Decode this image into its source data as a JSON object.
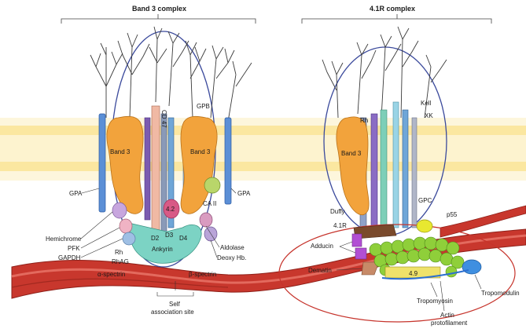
{
  "titles": {
    "band3_complex": "Band 3 complex",
    "complex_41r": "4.1R complex"
  },
  "labels_band3": {
    "band3_left": "Band 3",
    "band3_right": "Band 3",
    "cd47": "CD 47",
    "gpa_left": "GPA",
    "gpa_right": "GPA",
    "gpb": "GPB",
    "hemichrome": "Hemichrome",
    "pfk": "PFK",
    "gapdh": "GAPDH",
    "rh_left": "Rh",
    "rhag": "RhAG",
    "spectrin_alpha": "α-spectrin",
    "spectrin_beta": "β-spectrin",
    "p42": "4.2",
    "d3": "D3",
    "d2": "D2",
    "d4": "D4",
    "ankyrin": "Ankyrin",
    "ca2": "CA II",
    "aldolase": "Aldolase",
    "deoxy_hb": "Deoxy Hb.",
    "self_association": "Self\nassociation site"
  },
  "labels_41r": {
    "band3": "Band 3",
    "rh": "Rh",
    "kell": "Kell",
    "xk": "XK",
    "duffy": "Duffy",
    "gpc": "GPC",
    "p55": "p55",
    "p41r": "4.1R",
    "adducin": "Adducin",
    "dematin": "Dematin",
    "p49": "4.9",
    "tropomodulin": "Tropomodulin",
    "tropomyosin": "Tropomyosin",
    "actin_protofilament": "Actin\nprotofilament"
  },
  "colors": {
    "band3": "#f2a33c",
    "membrane": "#fbeaa8",
    "spectrin": "#c8372d",
    "ankyrin": "#7cd3c4",
    "actin": "#8fcf3a",
    "gpa": "#5b8fd6",
    "circle": "#3b4a9c",
    "ellipse_red": "#c6332b"
  }
}
